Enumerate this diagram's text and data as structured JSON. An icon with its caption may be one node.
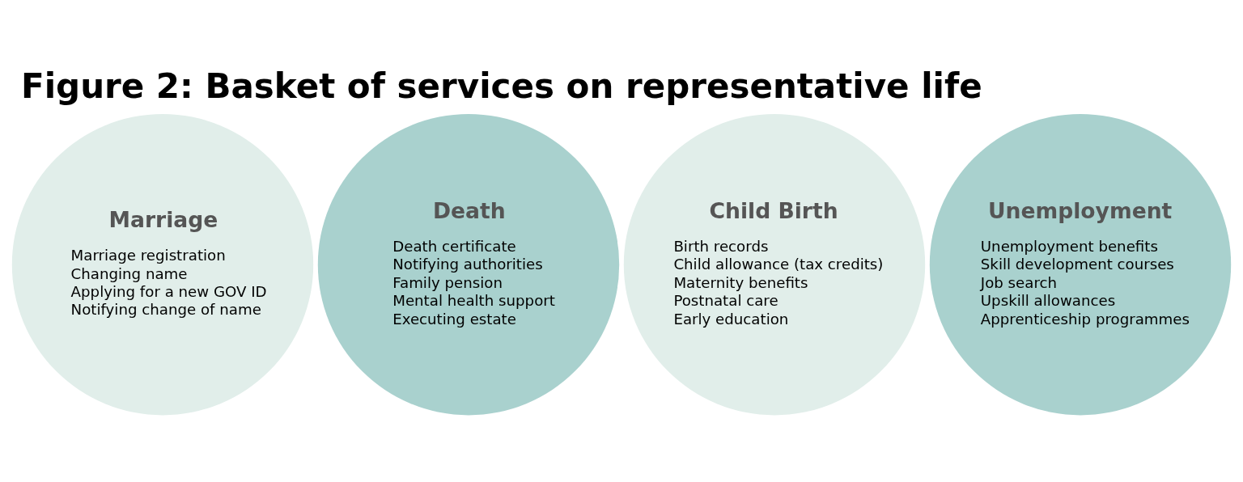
{
  "diagram": {
    "title": "Figure 2: Basket of services on representative life",
    "nodes": [
      {
        "text": [
          "Marriage",
          "Marriage registration",
          "Changing name",
          "Applying for a new GOV ID",
          "Notifying change of name"
        ]
      },
      {
        "text": [
          "Death",
          "Death certificate",
          "Notifying authorities",
          "Family pension",
          "Mental health support",
          "Executing estate"
        ]
      },
      {
        "text": [
          "Child Birth",
          "Birth records",
          "Child allowance (tax credits)",
          "Maternity benefits",
          "Postnatal care",
          "Early education"
        ]
      },
      {
        "text": [
          "Unemployment",
          "Unemployment benefits",
          "Skill development courses",
          "Job search",
          "Upskill allowances",
          "Apprenticeship programmes"
        ]
      }
    ]
  }
}
